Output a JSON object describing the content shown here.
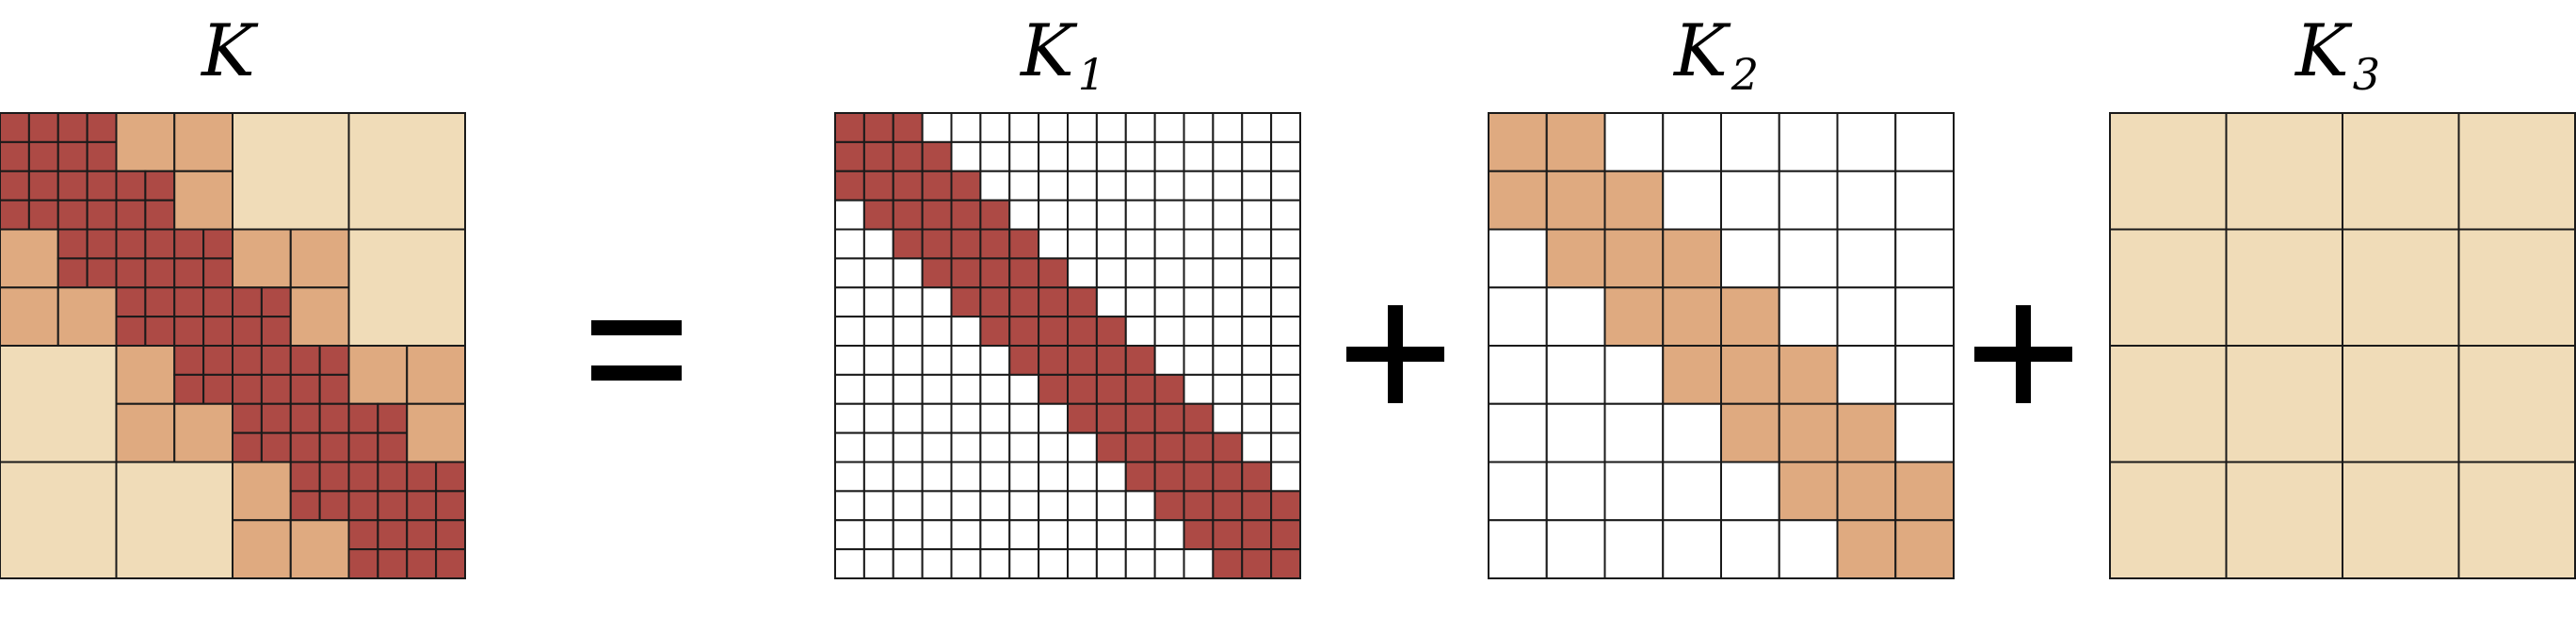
{
  "labels": {
    "K": "K",
    "K1_main": "K",
    "K1_sub": "1",
    "K2_main": "K",
    "K2_sub": "2",
    "K3_main": "K",
    "K3_sub": "3"
  },
  "operators": {
    "equals": "=",
    "plus1": "+",
    "plus2": "+"
  },
  "colors": {
    "dark": "#ad4a45",
    "medium": "#dfaa80",
    "light": "#f0dcb8",
    "empty": "#ffffff",
    "line": "#1a1a1a"
  },
  "matrix": {
    "fine_grid": 16,
    "near_diagonal_band": 2,
    "level2_grid": 8,
    "level3_grid": 4
  }
}
